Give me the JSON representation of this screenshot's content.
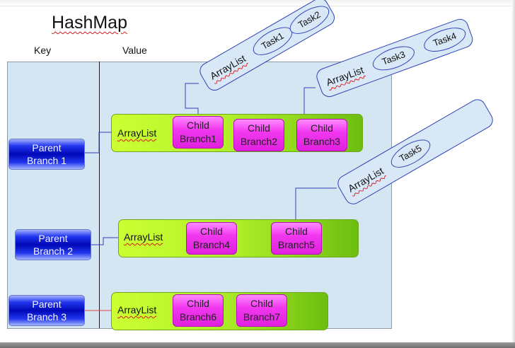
{
  "title": "HashMap",
  "columns": {
    "key": "Key",
    "value": "Value"
  },
  "parents": [
    {
      "label": "Parent\nBranch 1"
    },
    {
      "label": "Parent\nBranch 2"
    },
    {
      "label": "Parent\nBranch 3"
    }
  ],
  "arraylists": [
    {
      "label": "ArrayList",
      "children": [
        "Child\nBranch1",
        "Child\nBranch2",
        "Child\nBranch3"
      ]
    },
    {
      "label": "ArrayList",
      "children": [
        "Child\nBranch4",
        "Child\nBranch5"
      ]
    },
    {
      "label": "ArrayList",
      "children": [
        "Child\nBranch6",
        "Child\nBranch7"
      ]
    }
  ],
  "task_lists": [
    {
      "label": "ArrayList",
      "tasks": [
        "Task1",
        "Task2"
      ]
    },
    {
      "label": "ArrayList",
      "tasks": [
        "Task3",
        "Task4"
      ]
    },
    {
      "label": "ArrayList",
      "tasks": [
        "Task5"
      ]
    }
  ],
  "colors": {
    "panel": "#d5e6f3",
    "parent_node": "#0008b8",
    "arraylist_bar": "#b2f22a",
    "child_node": "#f238f0",
    "connector": "#2e42b7",
    "connector_red": "#e04545"
  }
}
